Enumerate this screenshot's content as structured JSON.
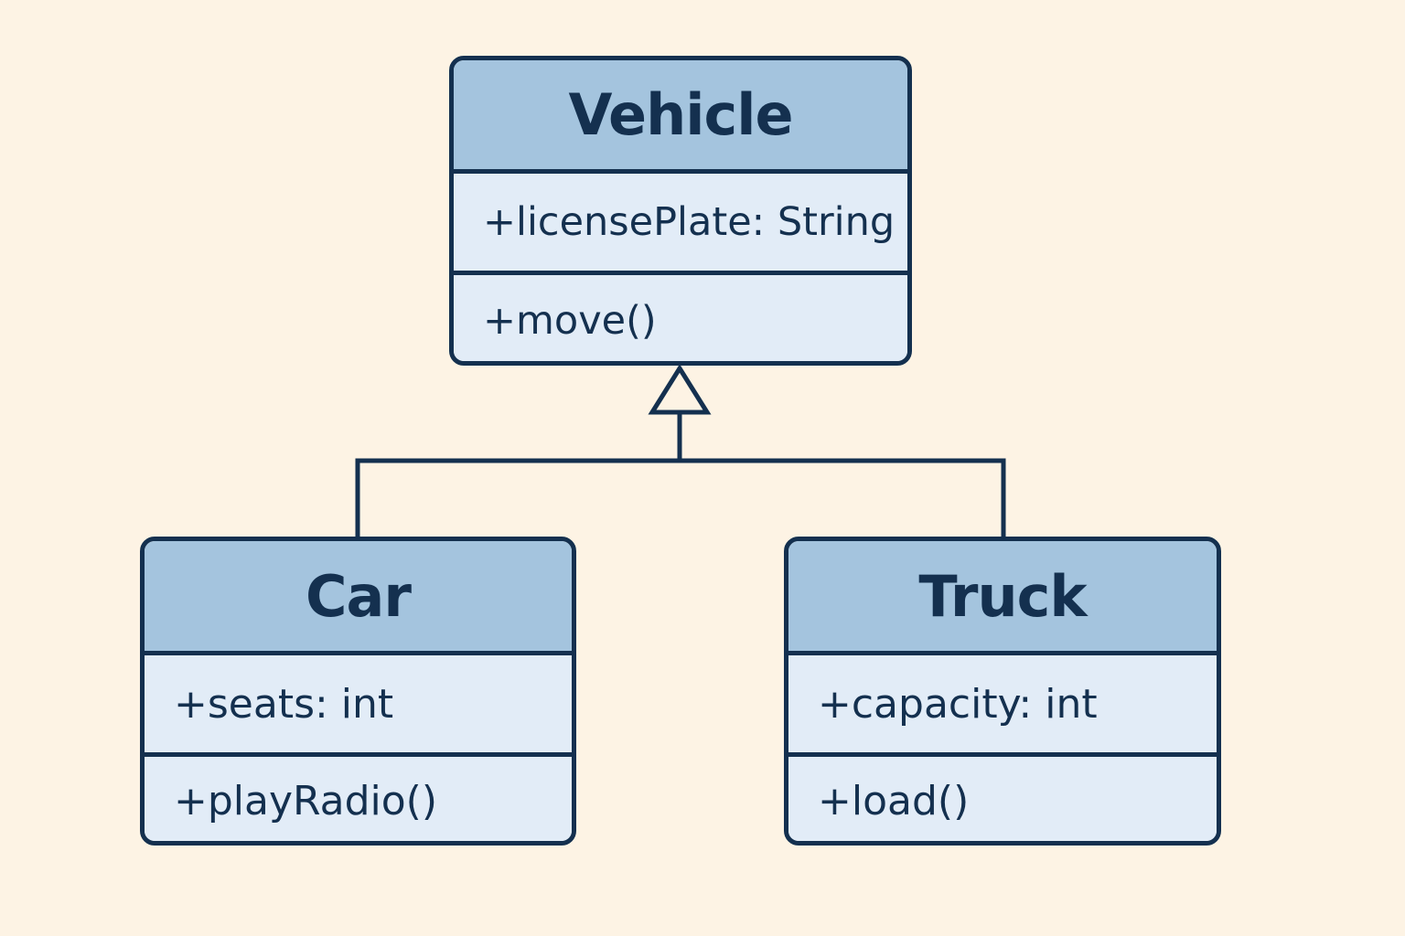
{
  "colors": {
    "background": "#fdf3e4",
    "header_fill": "#a4c4de",
    "body_fill": "#e2ecf7",
    "line": "#14304f"
  },
  "classes": {
    "vehicle": {
      "name": "Vehicle",
      "attribute": "+licensePlate: String",
      "operation": "+move()"
    },
    "car": {
      "name": "Car",
      "attribute": "+seats: int",
      "operation": "+playRadio()"
    },
    "truck": {
      "name": "Truck",
      "attribute": "+capacity: int",
      "operation": "+load()"
    }
  },
  "relationships": [
    {
      "type": "generalization",
      "from": "Car",
      "to": "Vehicle"
    },
    {
      "type": "generalization",
      "from": "Truck",
      "to": "Vehicle"
    }
  ]
}
